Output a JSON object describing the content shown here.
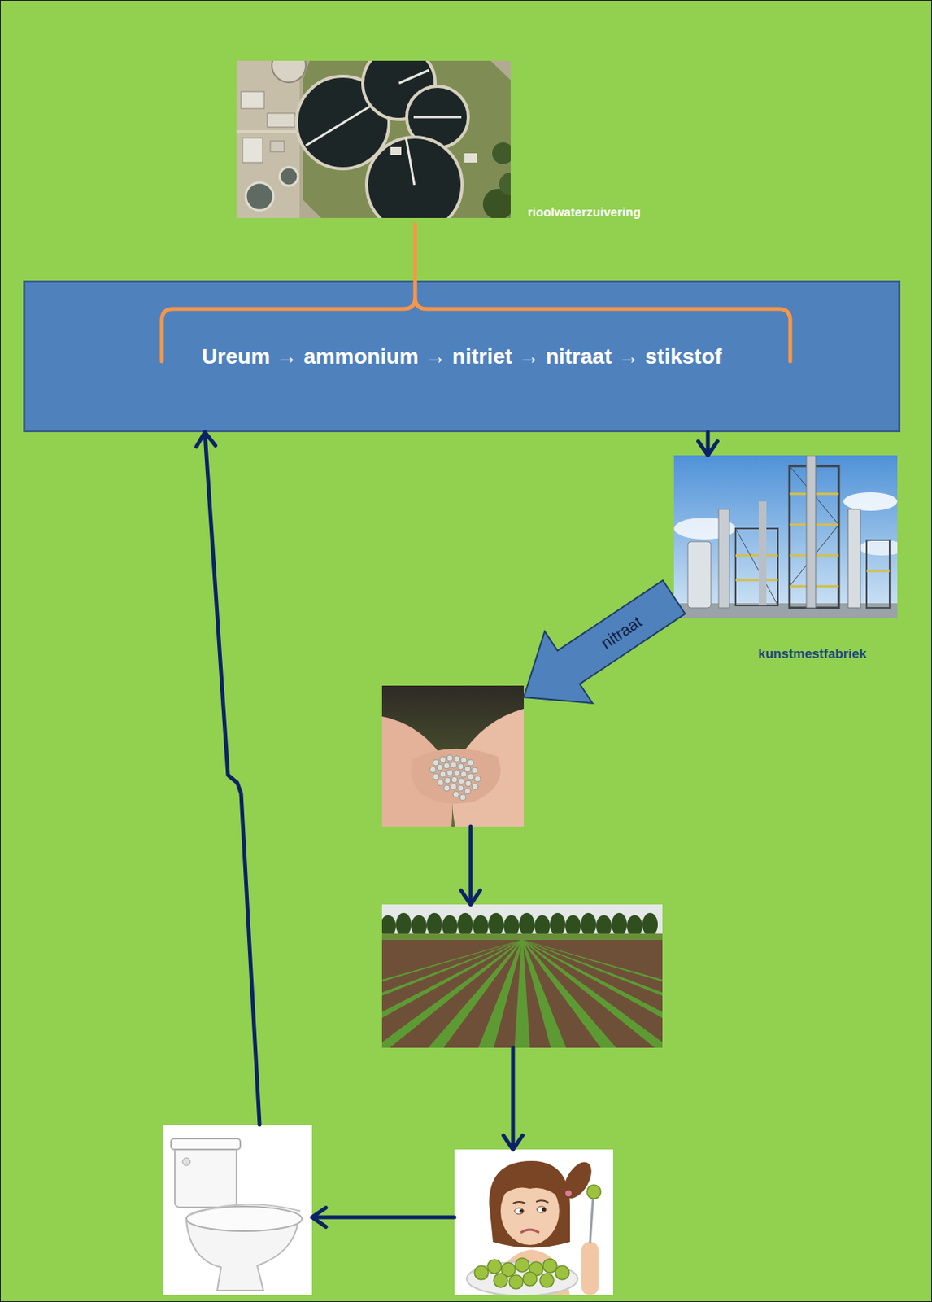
{
  "diagram": {
    "nodes": [
      {
        "text": [
          "rioolwaterzuivering"
        ]
      },
      {
        "text": [
          "Ureum → ammonium → nitriet → nitraat → stikstof"
        ]
      },
      {
        "text": [
          "kunstmestfabriek"
        ]
      },
      {
        "text": []
      },
      {
        "text": []
      },
      {
        "text": []
      },
      {
        "text": []
      }
    ],
    "edges": [
      {
        "from": 0,
        "to": 1,
        "arrow": "none"
      },
      {
        "from": 1,
        "to": 2,
        "arrow": "to"
      },
      {
        "from": 2,
        "to": 3,
        "label": "nitraat",
        "arrow": "to"
      },
      {
        "from": 3,
        "to": 4,
        "arrow": "to"
      },
      {
        "from": 4,
        "to": 6,
        "arrow": "to"
      },
      {
        "from": 6,
        "to": 5,
        "arrow": "to"
      },
      {
        "from": 5,
        "to": 1,
        "arrow": "to"
      }
    ]
  }
}
